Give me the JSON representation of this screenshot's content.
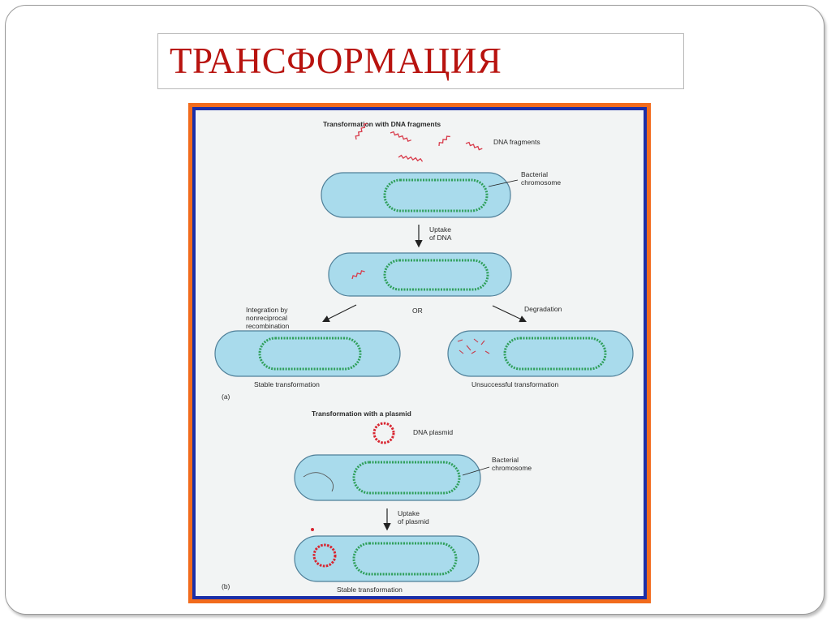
{
  "slide": {
    "title": "ТРАНСФОРМАЦИЯ"
  },
  "figure": {
    "part_a": {
      "heading": "Transformation with DNA fragments",
      "dna_fragments_label": "DNA fragments",
      "bacterial_chromosome_label": [
        "Bacterial",
        "chromosome"
      ],
      "uptake_label": [
        "Uptake",
        "of DNA"
      ],
      "integration_label": [
        "Integration by",
        "nonreciprocal",
        "recombination"
      ],
      "or_label": "OR",
      "degradation_label": "Degradation",
      "stable_label": "Stable transformation",
      "unsuccessful_label": "Unsuccessful transformation",
      "panel_letter": "(a)"
    },
    "part_b": {
      "heading": "Transformation with a plasmid",
      "dna_plasmid_label": "DNA plasmid",
      "bacterial_chromosome_label": [
        "Bacterial",
        "chromosome"
      ],
      "uptake_label": [
        "Uptake",
        "of plasmid"
      ],
      "stable_label": "Stable transformation",
      "panel_letter": "(b)"
    },
    "colors": {
      "cell_fill": "#a9dbec",
      "cell_stroke": "#4f7f98",
      "chromosome": "#2f9f5a",
      "dna_fragment": "#d83a4a",
      "plasmid": "#d8242f",
      "frame_orange": "#f26b1d",
      "frame_blue": "#1b2fa8",
      "title_red": "#b8130f"
    }
  }
}
